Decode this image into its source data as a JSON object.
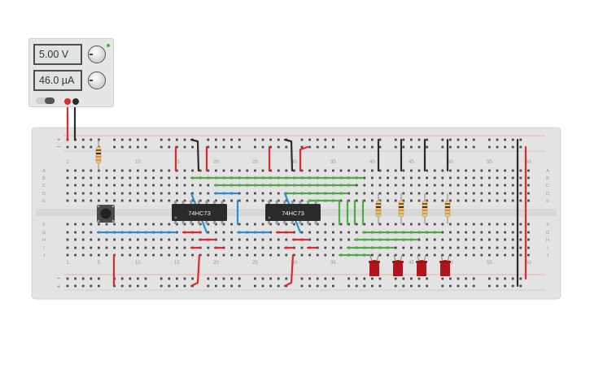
{
  "power_supply": {
    "voltage_display": "5.00 V",
    "current_display": "46.0 µA"
  },
  "breadboard": {
    "column_labels": [
      "1",
      "5",
      "10",
      "15",
      "20",
      "25",
      "30",
      "35",
      "40",
      "45",
      "50",
      "55",
      "60"
    ],
    "row_labels_top": [
      "A",
      "B",
      "C",
      "D",
      "E"
    ],
    "row_labels_bottom": [
      "F",
      "G",
      "H",
      "I",
      "J"
    ],
    "rail_plus": "+",
    "rail_minus": "−"
  },
  "chips": [
    {
      "label": "74HC73"
    },
    {
      "label": "74HC73"
    }
  ],
  "colors": {
    "board": "#e3e3e3",
    "wire_red": "#e0282e",
    "wire_black": "#2b2b2b",
    "wire_green": "#4cae42",
    "wire_blue": "#2a8fd6",
    "led_red": "#b3141c",
    "chip": "#2b2b2b"
  }
}
